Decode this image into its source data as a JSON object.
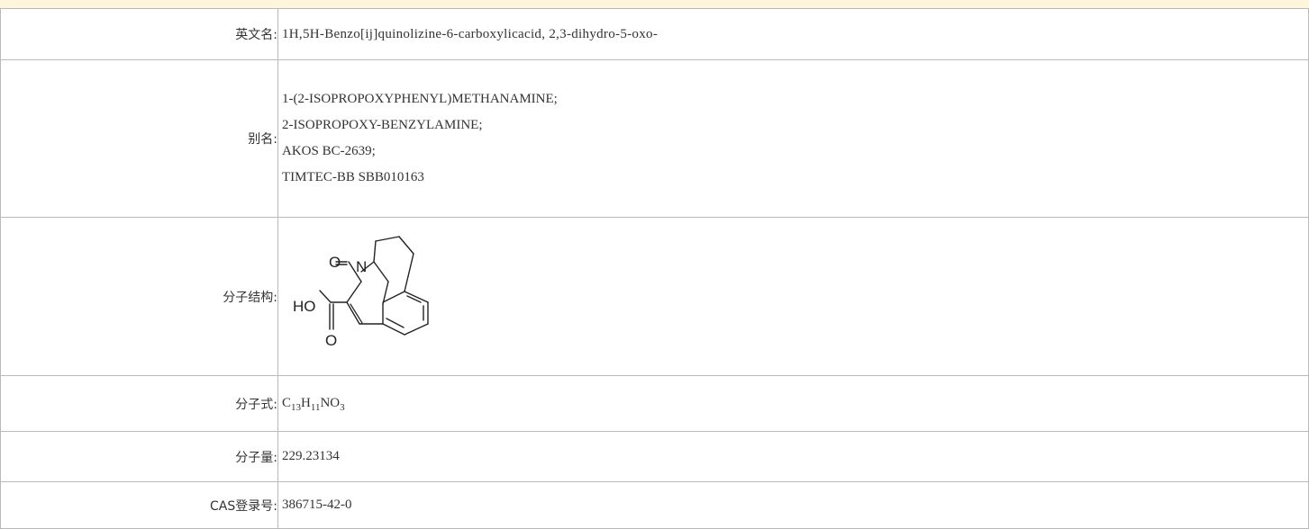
{
  "rows": {
    "english_name": {
      "label": "英文名:",
      "value": "1H,5H-Benzo[ij]quinolizine-6-carboxylicacid, 2,3-dihydro-5-oxo-"
    },
    "aliases": {
      "label": "别名:",
      "items": [
        "1-(2-ISOPROPOXYPHENYL)METHANAMINE;",
        "2-ISOPROPOXY-BENZYLAMINE;",
        "AKOS BC-2639;",
        "TIMTEC-BB SBB010163"
      ]
    },
    "structure": {
      "label": "分子结构:",
      "atom_labels": {
        "o_top": "O",
        "n": "N",
        "ho": "HO",
        "o_bottom": "O"
      }
    },
    "formula": {
      "label": "分子式:",
      "parts": [
        {
          "text": "C",
          "sub": "13"
        },
        {
          "text": "H",
          "sub": "11"
        },
        {
          "text": "NO",
          "sub": "3"
        }
      ]
    },
    "molecular_weight": {
      "label": "分子量:",
      "value": "229.23134"
    },
    "cas": {
      "label": "CAS登录号:",
      "value": "386715-42-0"
    }
  },
  "colors": {
    "top_band": "#fdf5dc",
    "border": "#b9b9b9",
    "text": "#333333"
  }
}
